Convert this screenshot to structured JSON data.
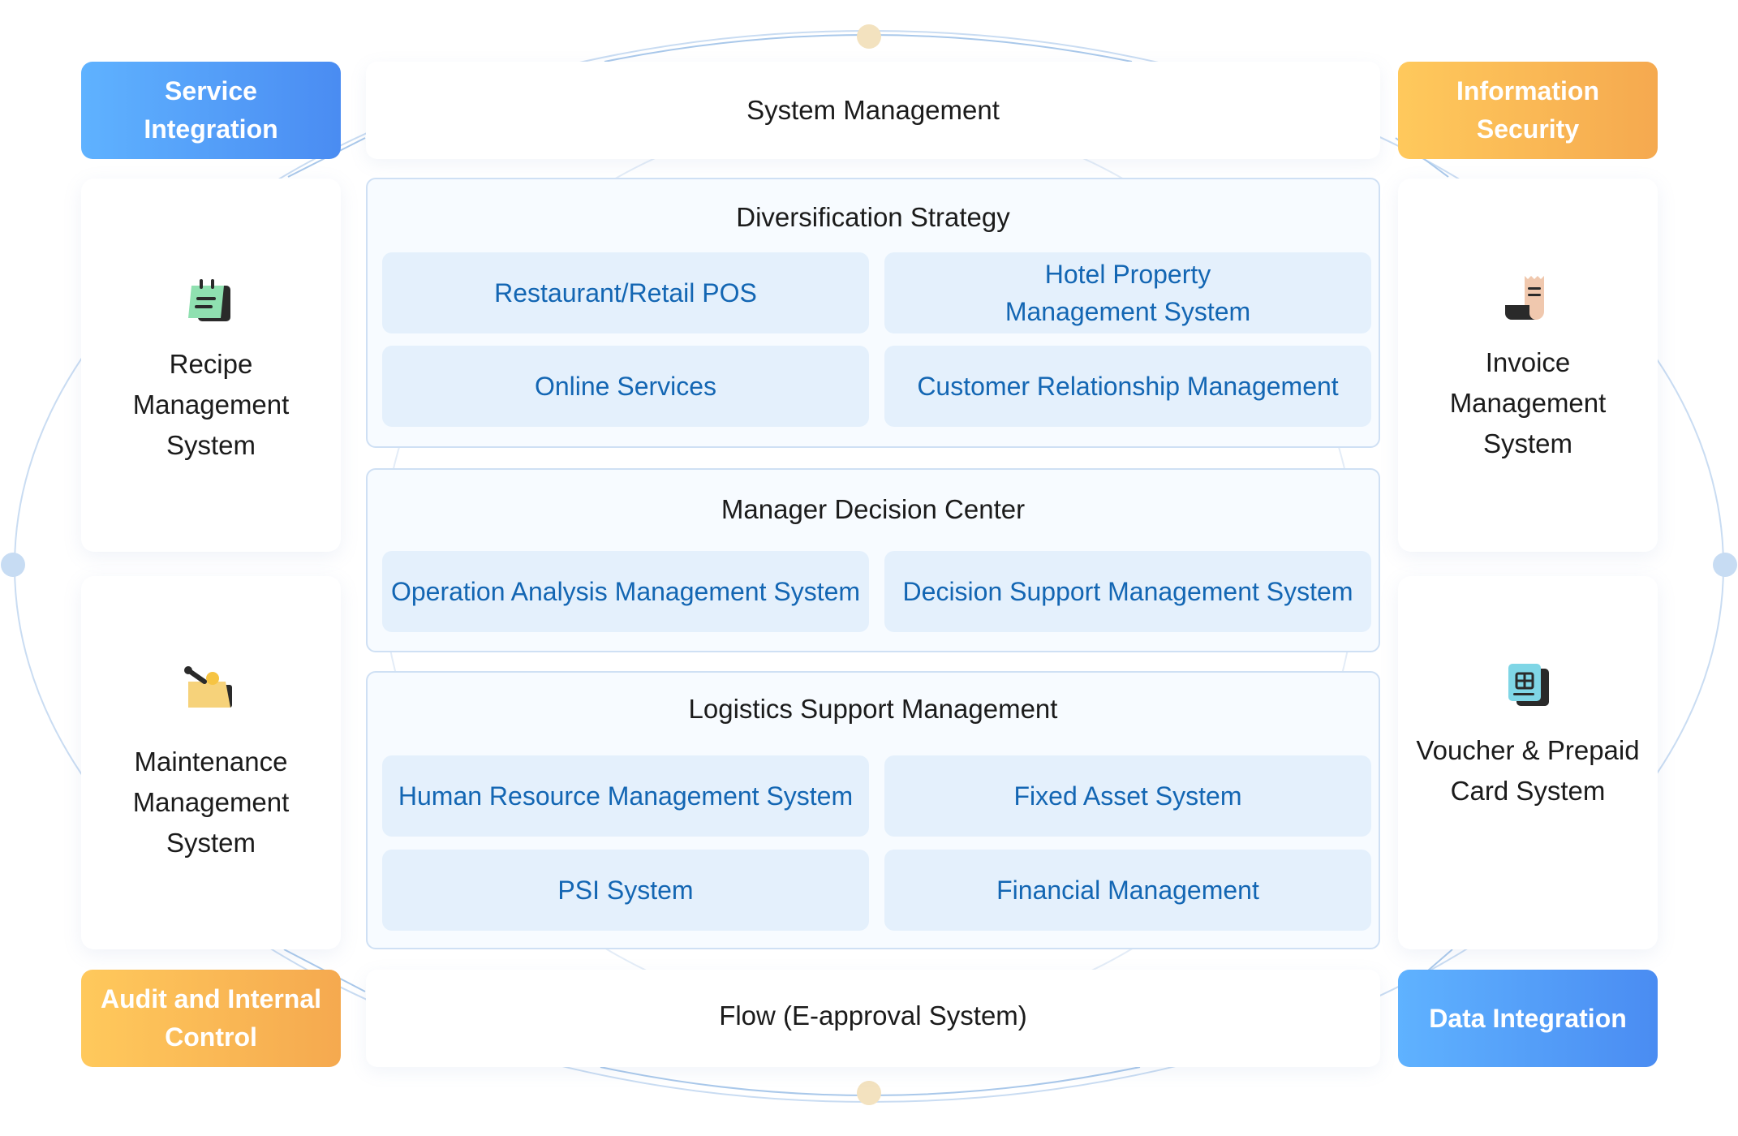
{
  "top_bar": {
    "title": "System Management"
  },
  "bottom_bar": {
    "title": "Flow (E-approval System)"
  },
  "corner_badges": {
    "service_integration": {
      "lines": [
        "Service",
        "Integration"
      ]
    },
    "information_security": {
      "lines": [
        "Information",
        "Security"
      ]
    },
    "audit_internal_control": {
      "lines": [
        "Audit and Internal",
        "Control"
      ]
    },
    "data_integration": {
      "lines": [
        "Data Integration"
      ]
    }
  },
  "side_cards": {
    "recipe": {
      "icon": "notepad-icon",
      "lines": [
        "Recipe",
        "Management",
        "System"
      ]
    },
    "maintenance": {
      "icon": "toolbox-icon",
      "lines": [
        "Maintenance",
        "Management",
        "System"
      ]
    },
    "invoice": {
      "icon": "receipt-icon",
      "lines": [
        "Invoice",
        "Management",
        "System"
      ]
    },
    "voucher": {
      "icon": "prepaid-card-icon",
      "lines": [
        "Voucher & Prepaid",
        "Card System"
      ]
    }
  },
  "sections": {
    "diversification": {
      "title": "Diversification Strategy",
      "tiles": [
        {
          "lines": [
            "Restaurant/Retail POS"
          ]
        },
        {
          "lines": [
            "Hotel Property",
            "Management System"
          ]
        },
        {
          "lines": [
            "Online Services"
          ]
        },
        {
          "lines": [
            "Customer Relationship Management"
          ]
        }
      ]
    },
    "decision": {
      "title": "Manager Decision Center",
      "tiles": [
        {
          "lines": [
            "Operation Analysis Management System"
          ]
        },
        {
          "lines": [
            "Decision Support Management System"
          ]
        }
      ]
    },
    "logistics": {
      "title": "Logistics Support Management",
      "tiles": [
        {
          "lines": [
            "Human Resource Management System"
          ]
        },
        {
          "lines": [
            "Fixed Asset System"
          ]
        },
        {
          "lines": [
            "PSI System"
          ]
        },
        {
          "lines": [
            "Financial Management"
          ]
        }
      ]
    }
  },
  "colors": {
    "accent_blue": "#4a8cf2",
    "accent_orange": "#f5a94f",
    "tile_text": "#1366b3",
    "tile_bg": "#e4f0fc",
    "ring_line": "#c9dcf2",
    "dot_gold": "#f3e2bf",
    "dot_blue": "#c7dcf3"
  }
}
